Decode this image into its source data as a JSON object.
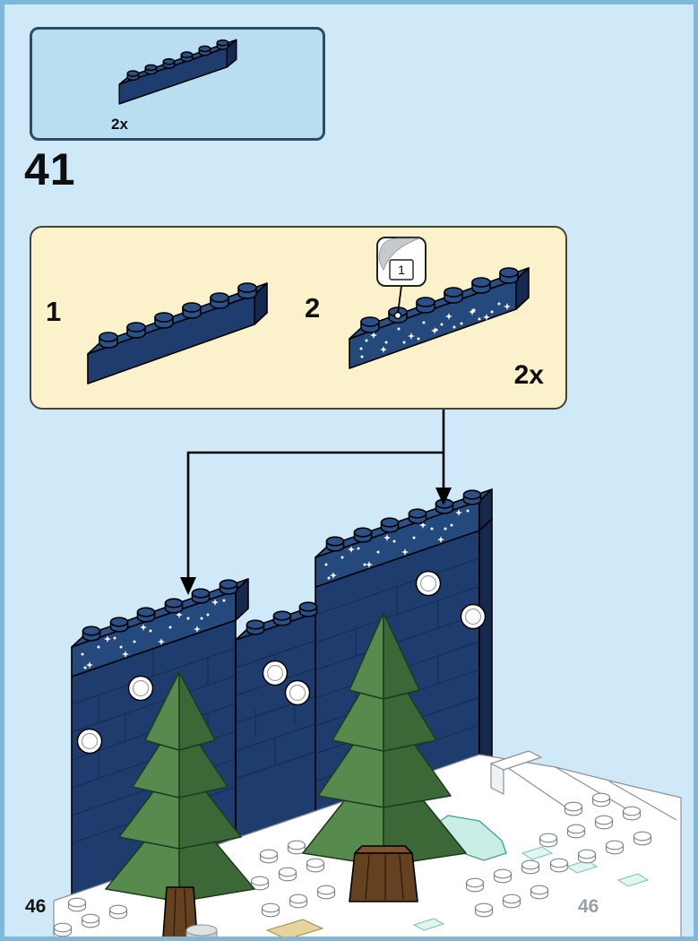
{
  "page": {
    "step_number": "41",
    "page_number_left": "46",
    "page_number_right": "46",
    "page_bg_color": "#cfe9f8",
    "page_frame_color": "#7db8dd"
  },
  "parts_box": {
    "quantity_label": "2x",
    "part": "brick-1x6-dark-blue",
    "partsbox_bg_color": "#b9def2",
    "partsbox_border_color": "#2a4d66"
  },
  "assembly_callout": {
    "substep_1_label": "1",
    "substep_2_label": "2",
    "printed_part_badge": "1",
    "quantity_label": "2x",
    "part_1": "brick-1x6-dark-blue",
    "part_2": "brick-1x6-dark-blue-star-print",
    "callout_bg_color": "#fbf2cc",
    "callout_border_color": "#44433c"
  },
  "illustration": {
    "colors": {
      "brick_navy": "#1e3c6e",
      "brick_navy_top": "#2b4f87",
      "brick_navy_side": "#15294f",
      "star_panel": "#24497d",
      "tree_green_light": "#568b4d",
      "tree_green_dark": "#3c6837",
      "trunk_brown": "#64411f",
      "snow_white": "#ffffff",
      "ice_mint": "#c9ece4"
    }
  }
}
